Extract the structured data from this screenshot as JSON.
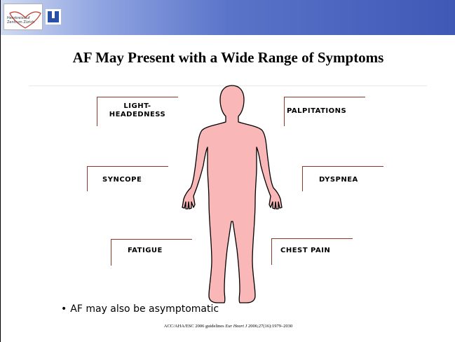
{
  "header": {
    "logo_line1": "Herzkreislauf",
    "logo_line2": "Zentrum Zürich",
    "brand_color": "#3f58b6"
  },
  "slide": {
    "title": "AF May Present with a Wide Range of Symptoms",
    "figure_color": "#f9b7b7",
    "callout_color": "#8a3a25",
    "symptoms": {
      "lightheadedness": "LIGHT-\nHEADEDNESS",
      "palpitations": "PALPITATIONS",
      "syncope": "SYNCOPE",
      "dyspnea": "DYSPNEA",
      "fatigue": "FATIGUE",
      "chest_pain": "CHEST PAIN"
    },
    "bullet": "AF may also be asymptomatic",
    "bullet_symbol": "•",
    "citation": {
      "prefix": "ACC/AHA/ESC 2006 guidelines",
      "journal": "Eur Heart J",
      "details": "2006;27(16):1979–2030"
    }
  }
}
